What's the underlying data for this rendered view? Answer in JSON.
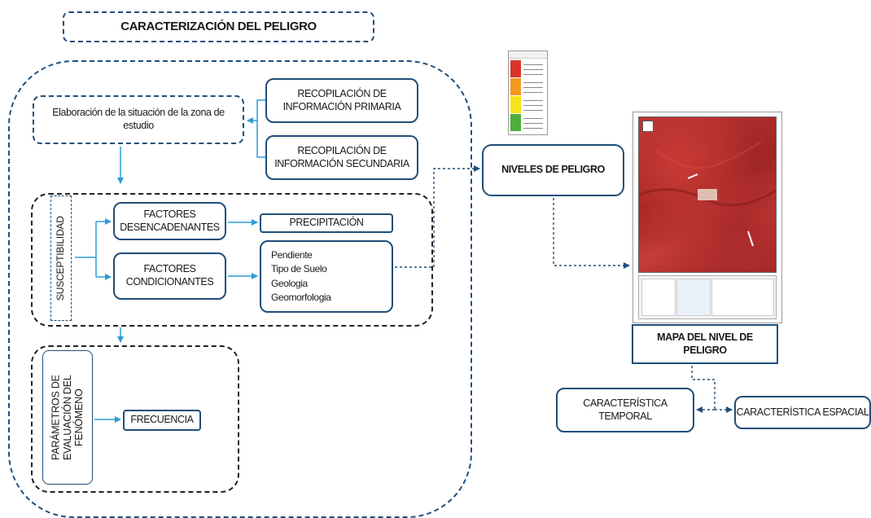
{
  "title": "CARACTERIZACIÓN DEL PELIGRO",
  "elaboracion": "Elaboración de la situación de la zona de estudio",
  "recopilacion_primaria": "RECOPILACIÓN DE INFORMACIÓN PRIMARIA",
  "recopilacion_secundaria": "RECOPILACIÓN DE INFORMACIÓN SECUNDARIA",
  "susceptibilidad": "SUSCEPTIBILIDAD",
  "factores_desencadenantes": "FACTORES DESENCADENANTES",
  "precipitacion": "PRECIPITACIÓN",
  "factores_condicionantes": "FACTORES CONDICIONANTES",
  "condicionantes_list": [
    "Pendiente",
    "Tipo de Suelo",
    "Geologia",
    "Geomorfologia"
  ],
  "parametros": "PARÁMETROS DE EVALUACIÓN DEL FENÓMENO",
  "frecuencia": "FRECUENCIA",
  "niveles_peligro": "NIVELES DE PELIGRO",
  "mapa_nivel": "MAPA DEL NIVEL DE PELIGRO",
  "caracteristica_temporal": "CARACTERÍSTICA TEMPORAL",
  "caracteristica_espacial": "CARACTERÍSTICA ESPACIAL",
  "colors": {
    "box_border": "#1f4e79",
    "connector": "#2e9bd6",
    "level_very_high": "#d9342b",
    "level_high": "#f39a1f",
    "level_medium": "#f5e51a",
    "level_low": "#4caf3a"
  }
}
